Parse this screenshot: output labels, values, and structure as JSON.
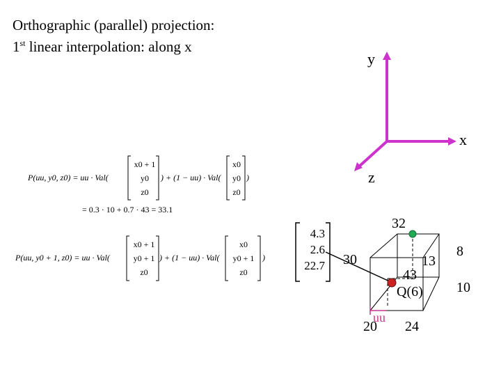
{
  "title": {
    "line1": "Orthographic (parallel) projection:",
    "line2_prefix": "1",
    "line2_sup": "st",
    "line2_rest": " linear interpolation: along x"
  },
  "axes": {
    "y": "y",
    "x": "x",
    "z": "z"
  },
  "equation1": {
    "lhs": "P(uu, y0, z0) = uu · Val(",
    "mid": ") + (1 − uu) · Val(",
    "end": ")",
    "vecA": [
      "x0 + 1",
      "y0",
      "z0"
    ],
    "vecB": [
      "x0",
      "y0",
      "z0"
    ],
    "result": "= 0.3 · 10 + 0.7 · 43 = 33.1"
  },
  "equation2": {
    "lhs": "P(uu, y0 + 1, z0) = uu · Val(",
    "mid": ") + (1 − uu) · Val(",
    "end": ")",
    "vecA": [
      "x0 + 1",
      "y0 + 1",
      "z0"
    ],
    "vecB": [
      "x0",
      "y0 + 1",
      "z0"
    ]
  },
  "point_vector": [
    "4.3",
    "2.6",
    "22.7"
  ],
  "cube": {
    "v32": "32",
    "v30": "30",
    "v13": "13",
    "v43": "43",
    "q": "Q(6)",
    "v20": "20",
    "uu": "uu",
    "v24": "24",
    "v8": "8",
    "v10": "10"
  },
  "colors": {
    "axis": "#cc33cc",
    "point_red": "#cc2222",
    "point_green": "#22aa55",
    "uu_mark": "#cc3388"
  }
}
